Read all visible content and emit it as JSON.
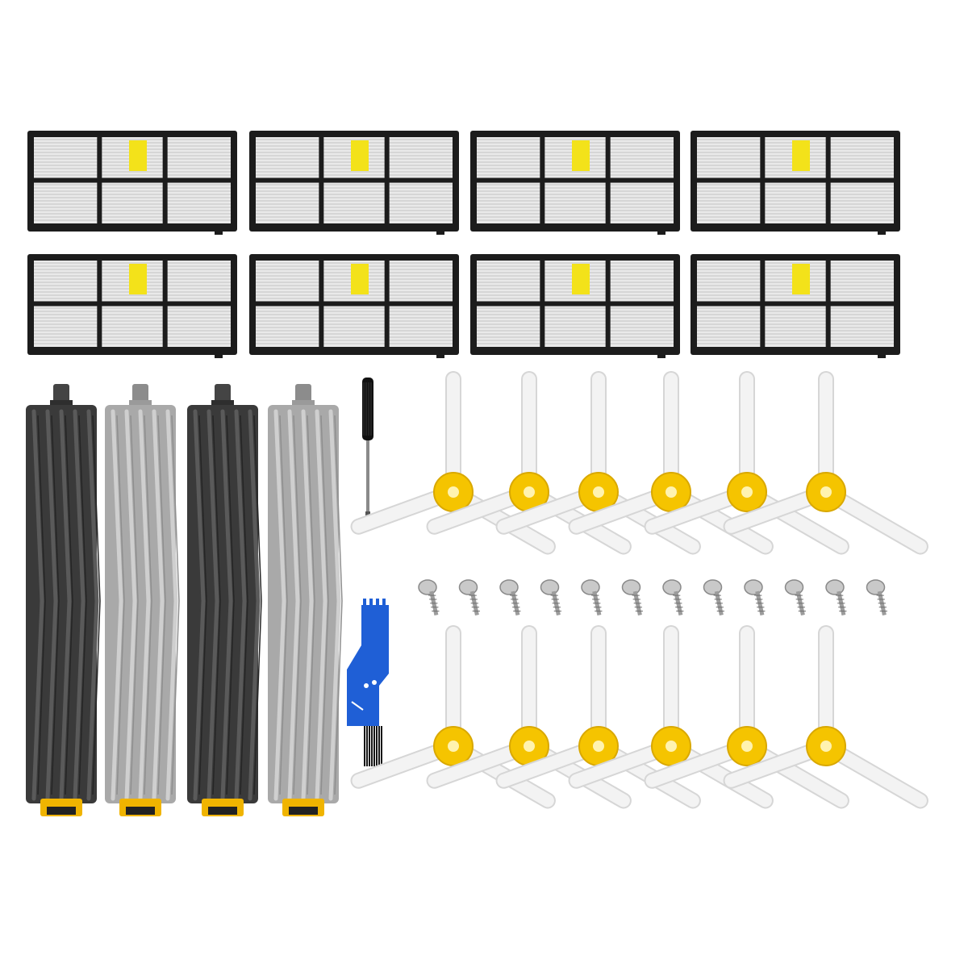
{
  "scene": {
    "background": "#ffffff",
    "kit": {
      "filters": {
        "count": 8,
        "frame_color": "#1c1c1c",
        "media_color": "#e9e9e9",
        "tab_color": "#f3e21a"
      },
      "main_brushes": {
        "count": 4,
        "colors": [
          "#3a3a3a",
          "#a9a9a9",
          "#3a3a3a",
          "#a9a9a9"
        ],
        "cap_color": "#f0b400"
      },
      "screwdriver": {
        "count": 1,
        "shaft_color": "#8a8a8a",
        "handle_color": "#111111"
      },
      "cleaning_tool": {
        "count": 1,
        "color": "#1f5fd6",
        "bristle_color": "#151515"
      },
      "side_brushes": {
        "count": 12,
        "arm_color": "#f3f3f3",
        "hub_color": "#f5c400"
      },
      "screws": {
        "count": 12,
        "color": "#c9c9c9"
      }
    }
  }
}
